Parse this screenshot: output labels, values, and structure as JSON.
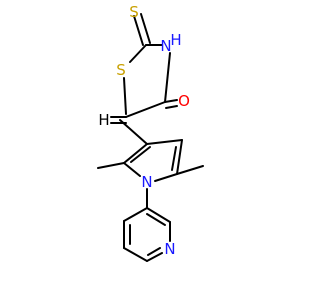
{
  "molecule": {
    "atoms": [
      {
        "id": "s_thione",
        "label": "S",
        "color": "#c8a000"
      },
      {
        "id": "nh_ring",
        "label": "H",
        "color": "#1a1aff"
      },
      {
        "id": "n_ring",
        "label": "N",
        "color": "#1a1aff"
      },
      {
        "id": "s_ring",
        "label": "S",
        "color": "#c8a000"
      },
      {
        "id": "o_carbonyl",
        "label": "O",
        "color": "#ff0000"
      },
      {
        "id": "h_vinyl",
        "label": "H",
        "color": "#000000"
      },
      {
        "id": "n_pyrrole",
        "label": "N",
        "color": "#1a1aff"
      },
      {
        "id": "n_pyridine",
        "label": "N",
        "color": "#1a1aff"
      }
    ]
  }
}
